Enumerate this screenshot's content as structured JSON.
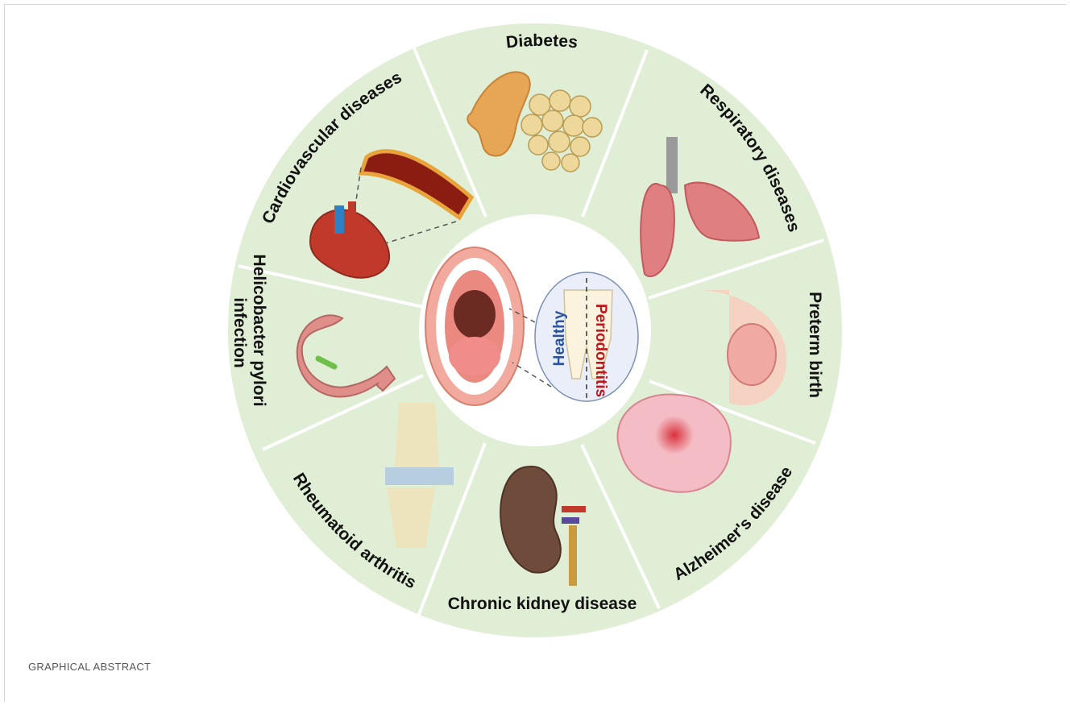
{
  "diagram": {
    "segments": [
      {
        "label": "Diabetes",
        "icon": "pancreas-and-fat-cells-icon"
      },
      {
        "label": "Respiratory diseases",
        "icon": "lungs-icon"
      },
      {
        "label": "Preterm birth",
        "icon": "pregnancy-icon"
      },
      {
        "label": "Alzheimer's disease",
        "icon": "brain-icon"
      },
      {
        "label": "Chronic kidney disease",
        "icon": "kidney-icon"
      },
      {
        "label": "Rheumatoid arthritis",
        "icon": "knee-joint-icon"
      },
      {
        "label_line1": "Helicobacter pylori",
        "label_line2": "infection",
        "icon": "stomach-icon"
      },
      {
        "label": "Cardiovascular diseases",
        "icon": "heart-and-artery-icon"
      }
    ],
    "center": {
      "icon": "open-mouth-icon",
      "inset_icon": "tooth-cross-section-icon",
      "healthy_label": "Healthy",
      "periodontitis_label": "Periodontitis"
    },
    "colors": {
      "ring": "#dfeed5",
      "divider": "#ffffff",
      "healthy": "#2c52a0",
      "periodontitis": "#c0161b"
    }
  },
  "caption": "GRAPHICAL ABSTRACT"
}
